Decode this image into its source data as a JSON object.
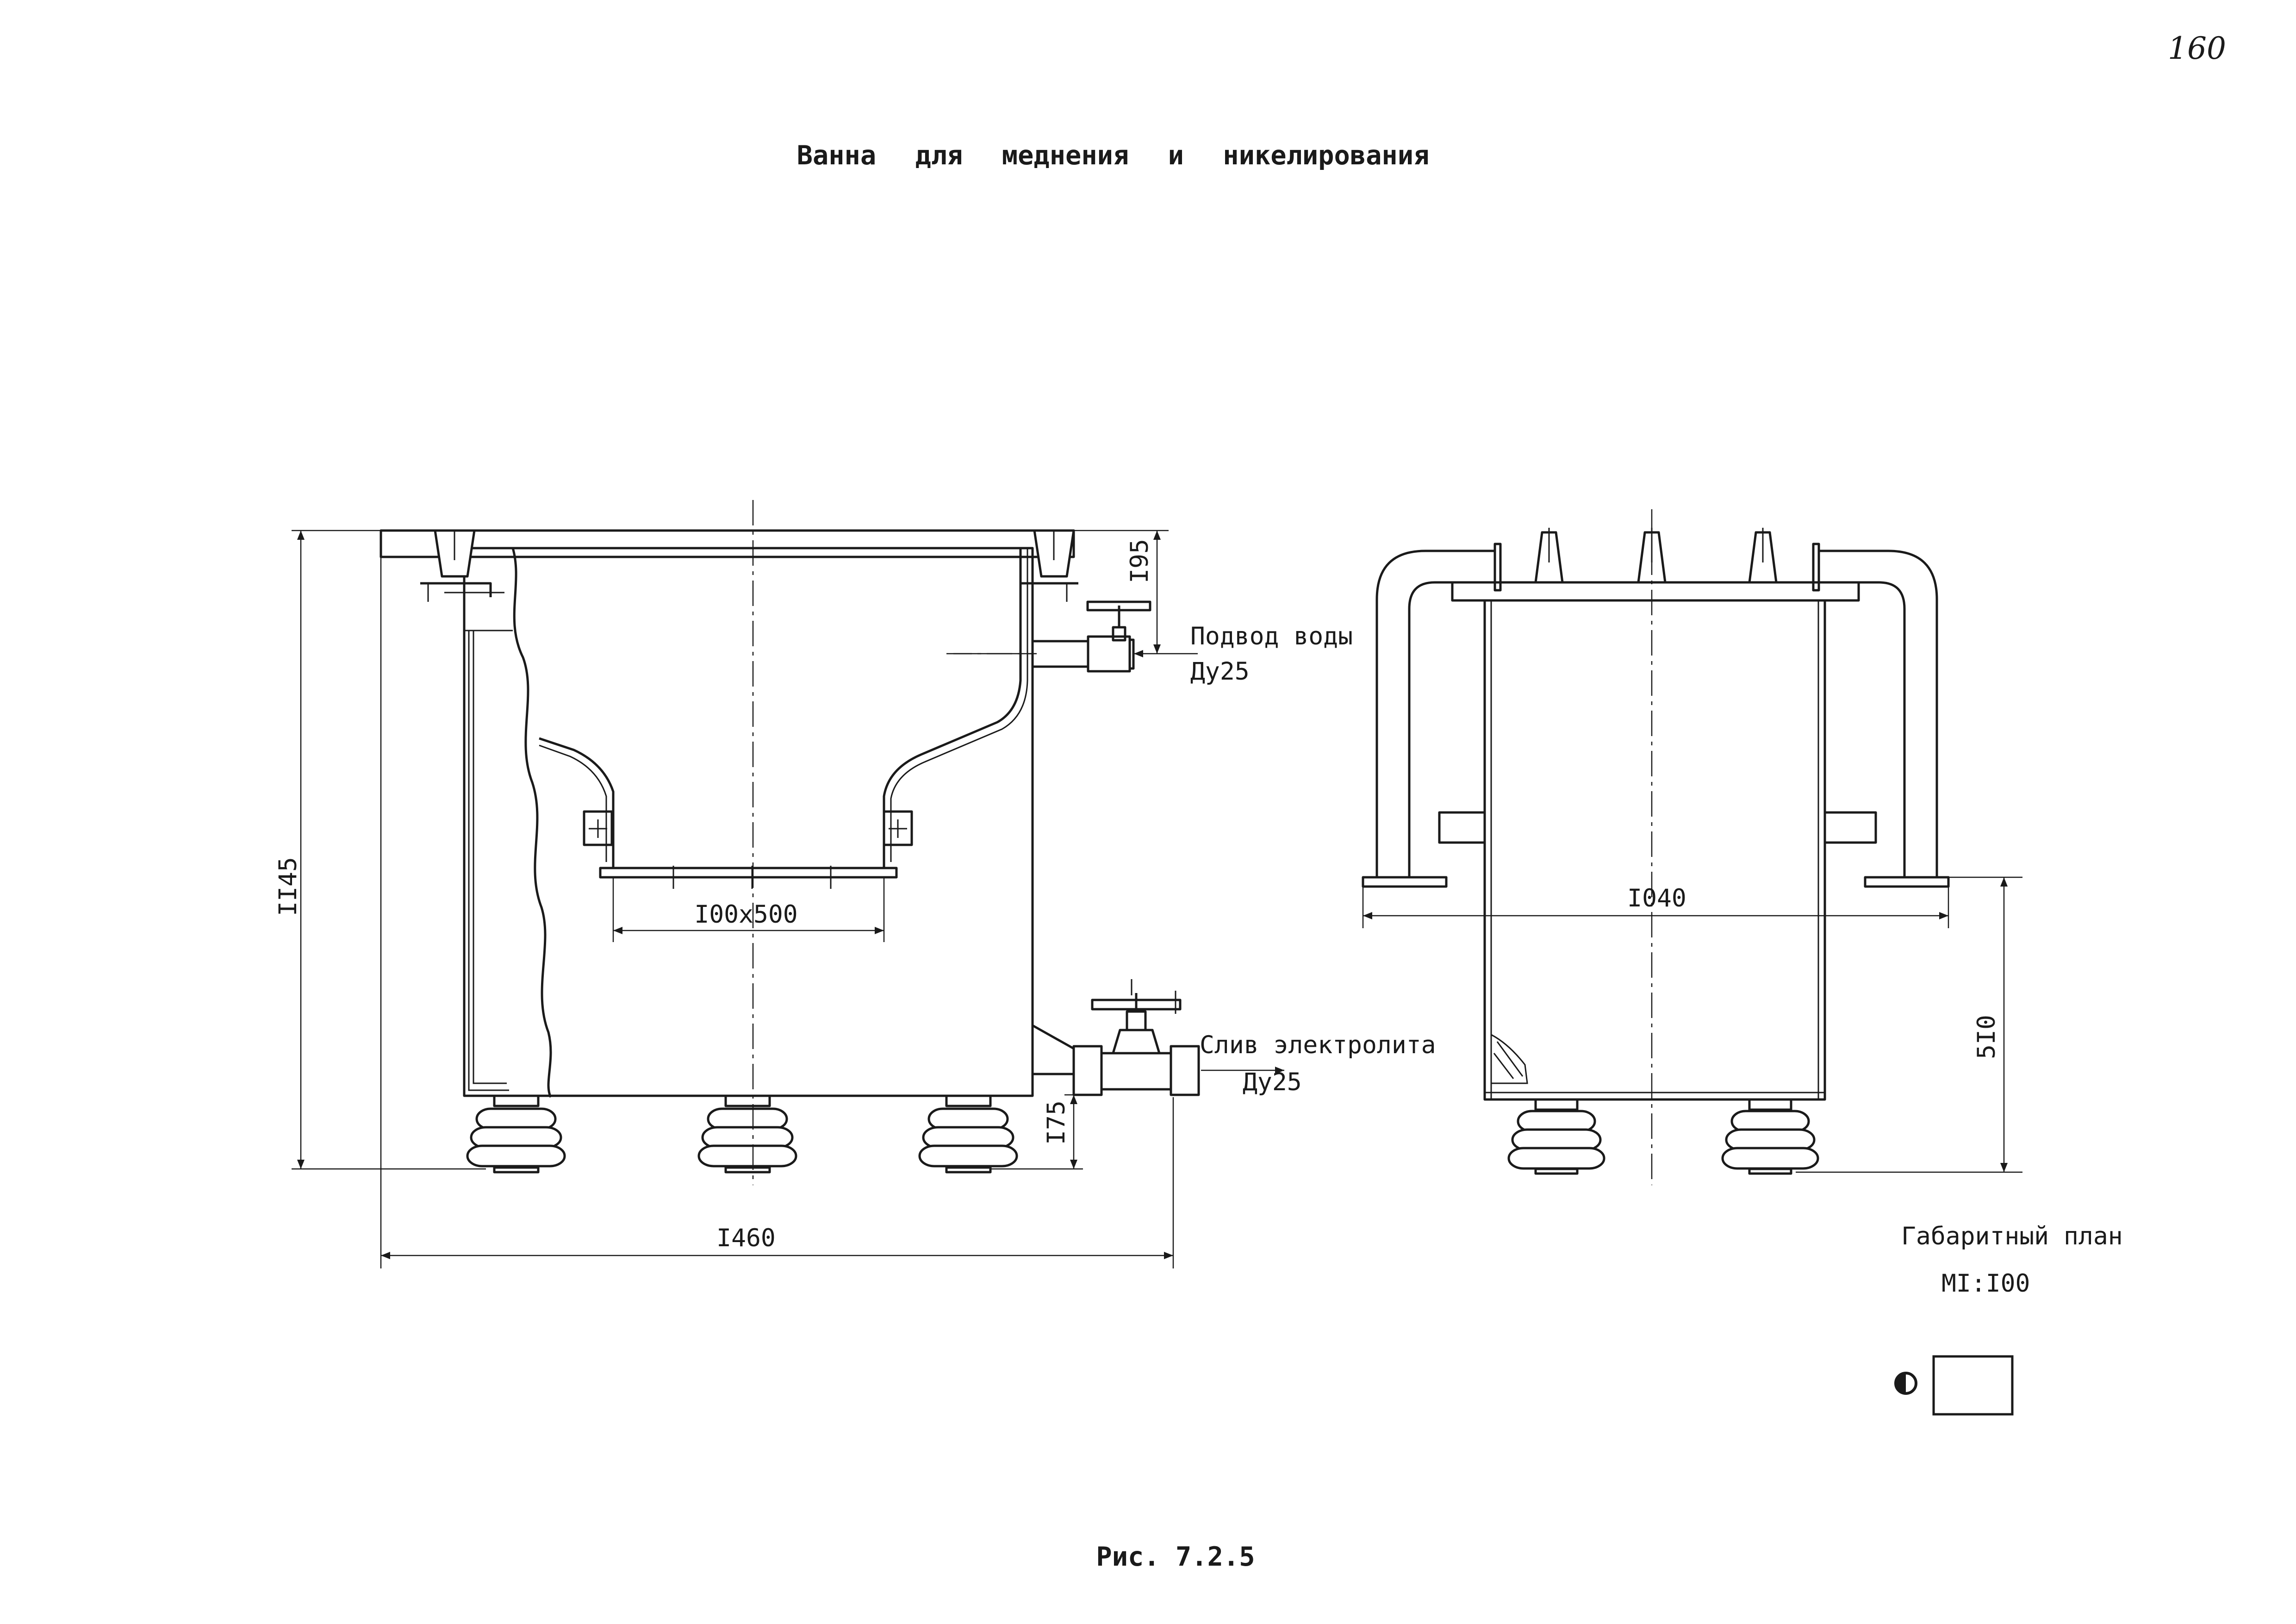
{
  "page_number": "160",
  "title": "Ванна для меднения и никелирования",
  "caption": "Рис. 7.2.5",
  "labels": {
    "water_inlet": "Подвод воды",
    "water_inlet_size": "Ду25",
    "electrolyte_drain": "Слив электролита",
    "electrolyte_drain_size": "Ду25",
    "opening": "I00x500",
    "plan_caption": "Габаритный план",
    "scale": "MI:I00"
  },
  "dimensions": {
    "overall_height": "II45",
    "overall_length": "I460",
    "top_to_inlet": "I95",
    "drain_height": "I75",
    "overall_width": "I040",
    "bracket_height": "5I0"
  }
}
